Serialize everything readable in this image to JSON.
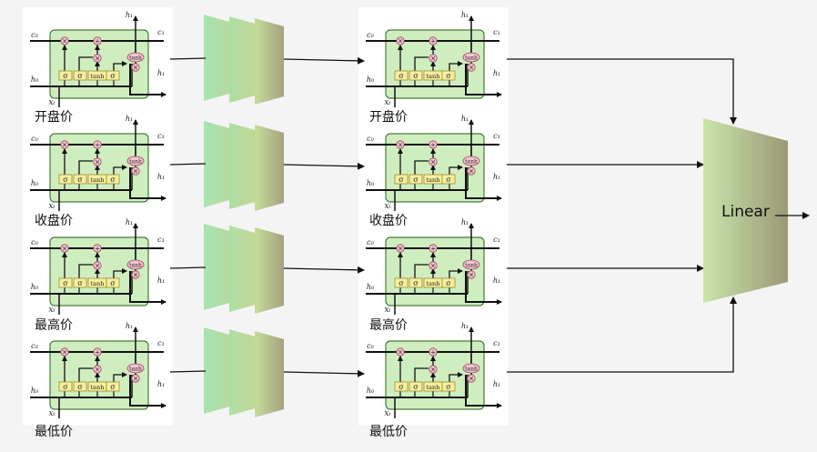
{
  "diagram": {
    "rows": [
      {
        "feature_label": "开盘价"
      },
      {
        "feature_label": "收盘价"
      },
      {
        "feature_label": "最高价"
      },
      {
        "feature_label": "最低价"
      }
    ],
    "lstm_cell": {
      "c_in": "c₀",
      "c_out": "c₁",
      "h_in": "h₀",
      "h_out": "h₁",
      "h_top": "h₁",
      "x_in": "xₜ",
      "gate_sigma": "σ",
      "gate_tanh": "tanh",
      "op_mul": "×",
      "op_add": "+"
    },
    "linear_label": "Linear",
    "colors": {
      "cell_fill": "#cfeec0",
      "cell_stroke": "#4a7a3a",
      "gate_fill": "#f7ef9e",
      "gate_stroke": "#a08a30",
      "op_fill": "#f2c6d0",
      "op_stroke": "#a0405a",
      "linear_fill_left": "#c4e4a8",
      "linear_fill_right": "#9e9a76",
      "layer_start": "#9fe2a8",
      "layer_end": "#9e9a76"
    }
  }
}
